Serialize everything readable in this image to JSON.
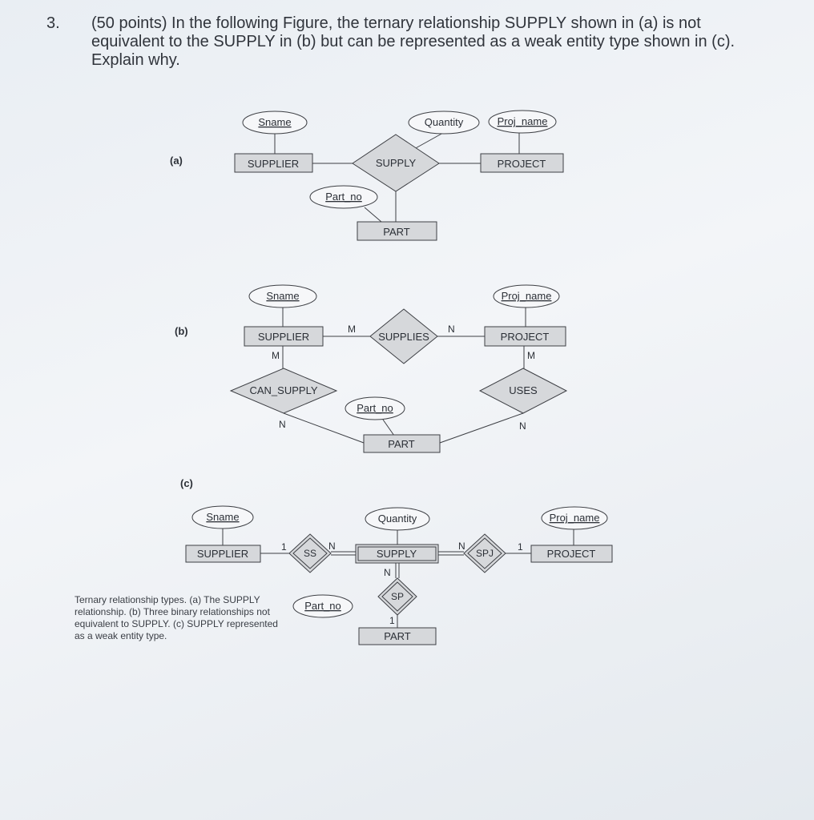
{
  "question": {
    "number": "3.",
    "text": "(50 points) In the following Figure, the ternary relationship SUPPLY shown in (a) is not equivalent to the SUPPLY in (b) but can be represented as a weak entity type shown in (c). Explain why."
  },
  "figure_a": {
    "label": "(a)",
    "sname": "Sname",
    "quantity": "Quantity",
    "proj_name": "Proj_name",
    "supplier": "SUPPLIER",
    "supply": "SUPPLY",
    "project": "PROJECT",
    "part_no": "Part_no",
    "part": "PART"
  },
  "figure_b": {
    "label": "(b)",
    "sname": "Sname",
    "proj_name": "Proj_name",
    "supplier": "SUPPLIER",
    "supplies": "SUPPLIES",
    "project": "PROJECT",
    "can_supply": "CAN_SUPPLY",
    "uses": "USES",
    "part_no": "Part_no",
    "part": "PART",
    "card_m1": "M",
    "card_n1": "N",
    "card_m_sup": "M",
    "card_m_proj": "M",
    "card_n_can": "N",
    "card_n_uses": "N"
  },
  "figure_c": {
    "label": "(c)",
    "sname": "Sname",
    "quantity": "Quantity",
    "proj_name": "Proj_name",
    "supplier": "SUPPLIER",
    "ss": "SS",
    "supply": "SUPPLY",
    "spj": "SPJ",
    "project": "PROJECT",
    "sp": "SP",
    "part_no": "Part_no",
    "part": "PART",
    "card_1_sup": "1",
    "card_n_ss": "N",
    "card_n_spj": "N",
    "card_1_proj": "1",
    "card_n_sp": "N",
    "card_1_part": "1"
  },
  "caption": "Ternary relationship types. (a) The SUPPLY relationship. (b) Three binary relationships not equivalent to SUPPLY. (c) SUPPLY represented as a weak entity type."
}
